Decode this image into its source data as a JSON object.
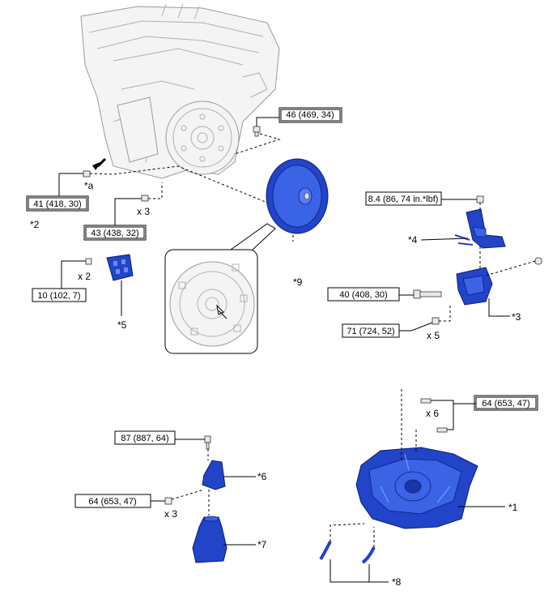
{
  "torques": {
    "t46": "46 (469, 34)",
    "t41": "41 (418, 30)",
    "t43": "43 (438, 32)",
    "t10": "10 (102, 7)",
    "t84": "8.4 (86, 74 in.*lbf)",
    "t40": "40 (408, 30)",
    "t71": "71 (724, 52)",
    "t64a": "64 (653, 47)",
    "t87": "87 (887, 64)",
    "t64b": "64 (653, 47)"
  },
  "quantities": {
    "x3a": "x 3",
    "x2": "x 2",
    "x5": "x 5",
    "x6": "x 6",
    "x3b": "x 3"
  },
  "callouts": {
    "c1": "*1",
    "c2": "*2",
    "c3": "*3",
    "c4": "*4",
    "c5": "*5",
    "c6": "*6",
    "c7": "*7",
    "c8": "*8",
    "c9": "*9",
    "ca": "*a"
  },
  "colors": {
    "part_blue": "#2144c8",
    "engine_gray": "#f4f4f4"
  }
}
